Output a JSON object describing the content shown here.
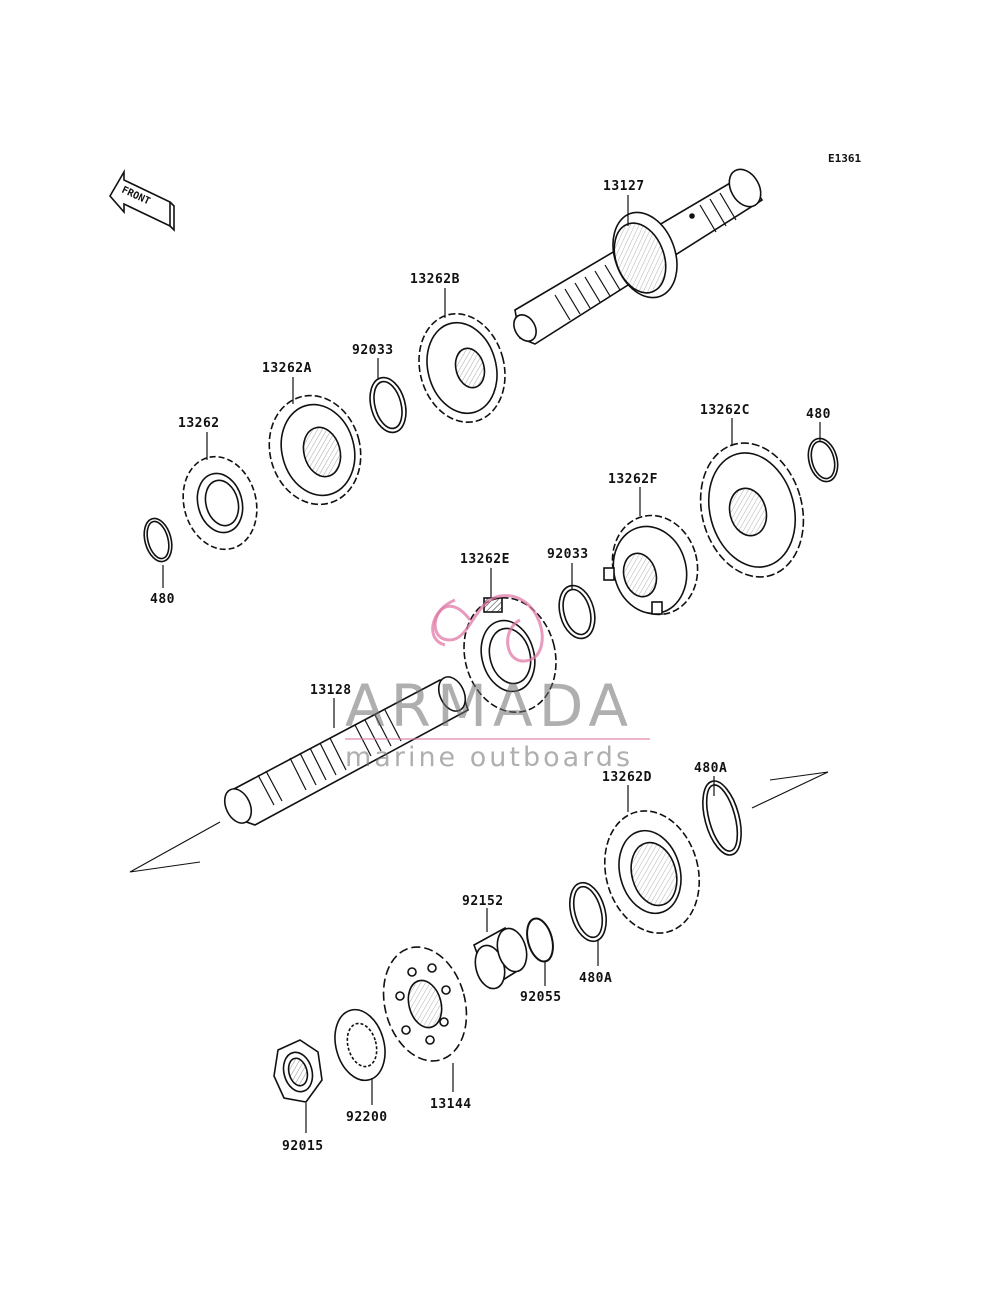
{
  "diagram": {
    "code": "E1361",
    "front_label": "FRONT",
    "parts": {
      "p13127": "13127",
      "p13262B": "13262B",
      "p92033a": "92033",
      "p13262A": "13262A",
      "p13262": "13262",
      "p480a": "480",
      "p480b": "480",
      "p13262C": "13262C",
      "p13262F": "13262F",
      "p92033b": "92033",
      "p13262E": "13262E",
      "p13128": "13128",
      "p13262D": "13262D",
      "p480Aa": "480A",
      "p480Ab": "480A",
      "p92152": "92152",
      "p92055": "92055",
      "p13144": "13144",
      "p92200": "92200",
      "p92015": "92015"
    }
  },
  "watermark": {
    "title": "ARMADA",
    "subtitle": "marine outboards",
    "accent_color": "#e07aa5"
  }
}
